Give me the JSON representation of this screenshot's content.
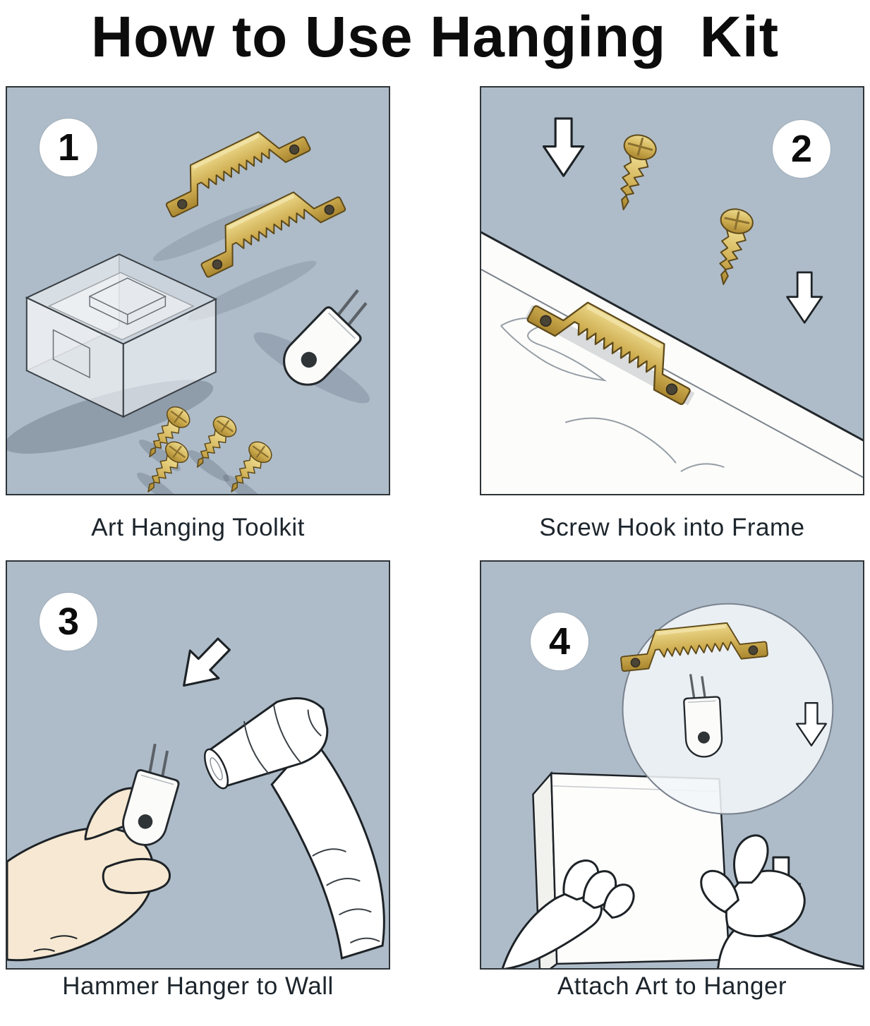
{
  "title": "How to Use Hanging  Kit",
  "panels": [
    {
      "number": "1",
      "caption": "Art Hanging Toolkit",
      "icons": [
        "storage-case-icon",
        "sawtooth-hanger-icon",
        "screw-icon",
        "wall-hook-icon"
      ]
    },
    {
      "number": "2",
      "caption": "Screw Hook into Frame",
      "icons": [
        "frame-board-icon",
        "sawtooth-hanger-icon",
        "screw-icon",
        "down-arrow-icon"
      ]
    },
    {
      "number": "3",
      "caption": "Hammer Hanger to Wall",
      "icons": [
        "hand-icon",
        "wall-hook-icon",
        "hammer-icon",
        "down-arrow-icon"
      ]
    },
    {
      "number": "4",
      "caption": "Attach Art to Hanger",
      "icons": [
        "magnifier-circle-icon",
        "sawtooth-hanger-icon",
        "wall-hook-icon",
        "picture-frame-icon",
        "hand-icon",
        "down-arrow-icon"
      ]
    }
  ],
  "colors": {
    "panel_background": "#aebcc9",
    "brass": "#cfae52",
    "brass_highlight": "#ecd98c",
    "outline": "#1d2226",
    "paper": "#ffffff",
    "skin_tone": "#f6e8d2"
  }
}
